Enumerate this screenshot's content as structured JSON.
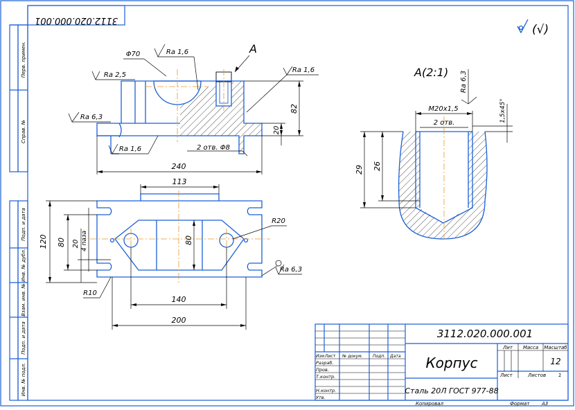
{
  "stamp_top": "3112.020.000.001",
  "side_labels": [
    "Перв. примен.",
    "Справ. №",
    "Подп. и дата",
    "Инв. № дубл.",
    "Взам. инв. №",
    "Подп. и дата",
    "Инв. № подл."
  ],
  "roughness_general": "(√)",
  "section_letter": "A",
  "section_title": "A(2:1)",
  "dims": {
    "phi70": "Φ70",
    "ra16_a": "Ra 1,6",
    "ra25": "Ra 2,5",
    "ra16_b": "Ra 1,6",
    "ra63_a": "Ra 6,3",
    "ra16_c": "Ra 1,6",
    "holes_phi8": "2 отв. Φ8",
    "d82": "82",
    "d20a": "20",
    "d240": "240",
    "d113": "113",
    "d120": "120",
    "d80a": "80",
    "d20b": "20",
    "holes4": "4 паза",
    "d80b": "80",
    "r20": "R20",
    "ra63_b": "Ra 6,3",
    "r10": "R10",
    "d140": "140",
    "d200": "200",
    "ra63_c": "Ra 6,3",
    "m20": "M20x1,5",
    "holes2": "2 отв.",
    "chamfer": "1,5x45°",
    "d29": "29",
    "d26": "26"
  },
  "title_block": {
    "designation": "3112.020.000.001",
    "name": "Корпус",
    "material": "Сталь 20Л ГОСТ 977-88",
    "headers": {
      "izm": "Изм",
      "list": "Лист",
      "ndoc": "№ докум.",
      "podp": "Подп.",
      "data": "Дата"
    },
    "roles": [
      "Разраб.",
      "Пров.",
      "Т.контр.",
      "",
      "Н.контр.",
      "Утв."
    ],
    "lit": "Лит",
    "massa": "Масса",
    "masshtab": "Масштаб",
    "scale_value": "12",
    "sheet_label": "Лист",
    "sheets_label": "Листов",
    "sheets_value": "1",
    "copied": "Копировал",
    "format_label": "Формат",
    "format_value": "A3"
  }
}
